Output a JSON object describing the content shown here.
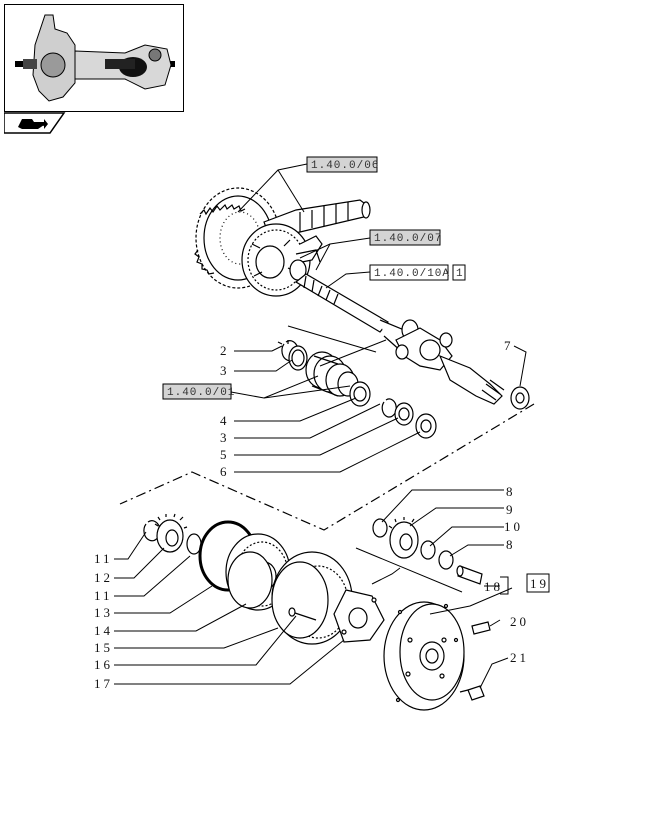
{
  "refs": {
    "ref_1": "1.40.0/06",
    "ref_2": "1.40.0/07",
    "ref_3": "1.40.0/10A",
    "ref_3_box": "1",
    "ref_4": "1.40.0/01"
  },
  "callouts": {
    "c2": "2",
    "c3a": "3",
    "c4": "4",
    "c3b": "3",
    "c5": "5",
    "c6": "6",
    "c7": "7",
    "c8a": "8",
    "c9": "9",
    "c10": "10",
    "c8b": "8",
    "c18": "18",
    "c19": "19",
    "c20": "20",
    "c21": "21",
    "c11a": "11",
    "c12": "12",
    "c11b": "11",
    "c13": "13",
    "c14": "14",
    "c15": "15",
    "c16": "16",
    "c17": "17"
  }
}
